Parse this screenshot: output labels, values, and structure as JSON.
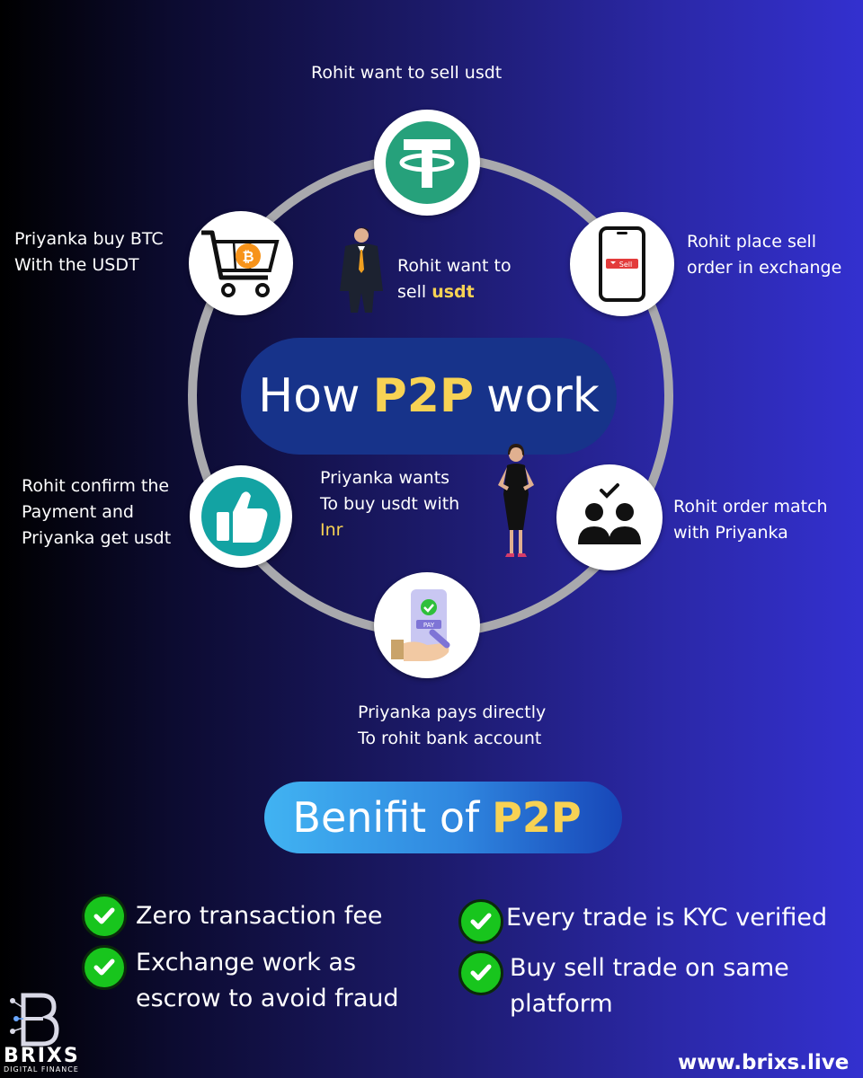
{
  "steps": {
    "top": "Rohit want to sell usdt",
    "right_top": [
      "Rohit place sell",
      "order in exchange"
    ],
    "right_bottom": [
      "Rohit order match",
      "with Priyanka"
    ],
    "bottom": [
      "Priyanka pays directly",
      "To rohit bank account"
    ],
    "left_bottom": [
      "Rohit confirm the",
      "Payment and",
      "Priyanka get usdt"
    ],
    "left_top": [
      "Priyanka buy BTC",
      "With the USDT"
    ]
  },
  "center": {
    "rohit_line1": "Rohit want to",
    "rohit_line2_prefix": "sell",
    "rohit_line2_highlight": "usdt",
    "priyanka_line1": "Priyanka wants",
    "priyanka_line2": "To buy usdt with",
    "priyanka_line3": "Inr"
  },
  "title": {
    "prefix": "How",
    "highlight": "P2P",
    "suffix": "work"
  },
  "benefits_title": {
    "prefix": "Benifit of",
    "highlight": "P2P"
  },
  "benefits": {
    "left": [
      [
        "Zero transaction fee"
      ],
      [
        "Exchange work as",
        "escrow to avoid fraud"
      ]
    ],
    "right": [
      [
        "Every trade is KYC verified"
      ],
      [
        "Buy sell trade on same",
        "platform"
      ]
    ]
  },
  "icons": {
    "phone_badge": "Sell",
    "pay_badge": "PAY"
  },
  "brand": {
    "name": "BRIXS",
    "tagline": "DIGITAL FINANCE",
    "website": "www.brixs.live"
  },
  "colors": {
    "highlight": "#f7d254",
    "check_green": "#18c51d",
    "tether_green": "#26a17b",
    "bitcoin_orange": "#f7931a"
  }
}
